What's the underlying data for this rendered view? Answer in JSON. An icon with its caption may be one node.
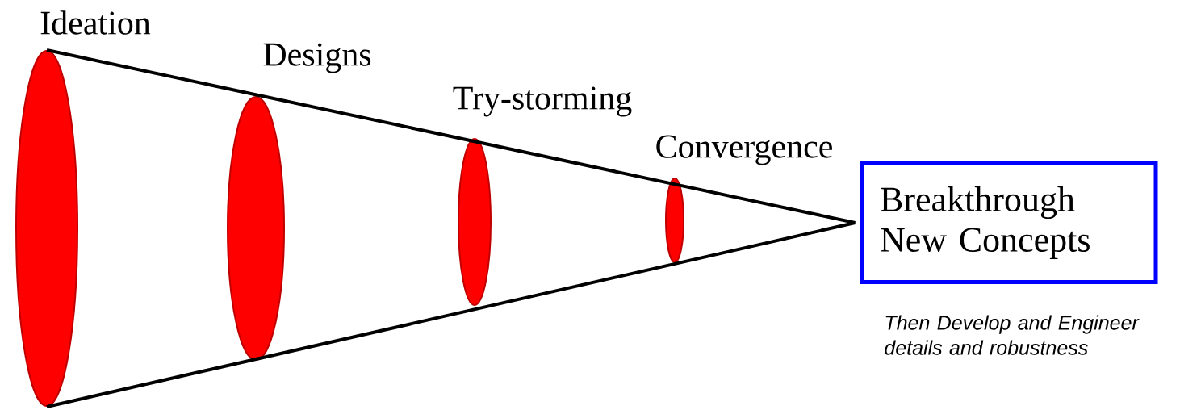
{
  "diagram": {
    "nodes": [
      {
        "text": [
          "Ideation"
        ]
      },
      {
        "text": [
          "Designs"
        ]
      },
      {
        "text": [
          "Try-storming"
        ]
      },
      {
        "text": [
          "Convergence"
        ]
      },
      {
        "text": [
          "Breakthrough New Concepts"
        ],
        "beside": [
          "Then Develop and Engineer details and robustness"
        ]
      }
    ],
    "edges": [
      {
        "from": 0,
        "to": 4,
        "arrow": "none"
      },
      {
        "from": 0,
        "to": 4,
        "arrow": "none"
      }
    ]
  }
}
